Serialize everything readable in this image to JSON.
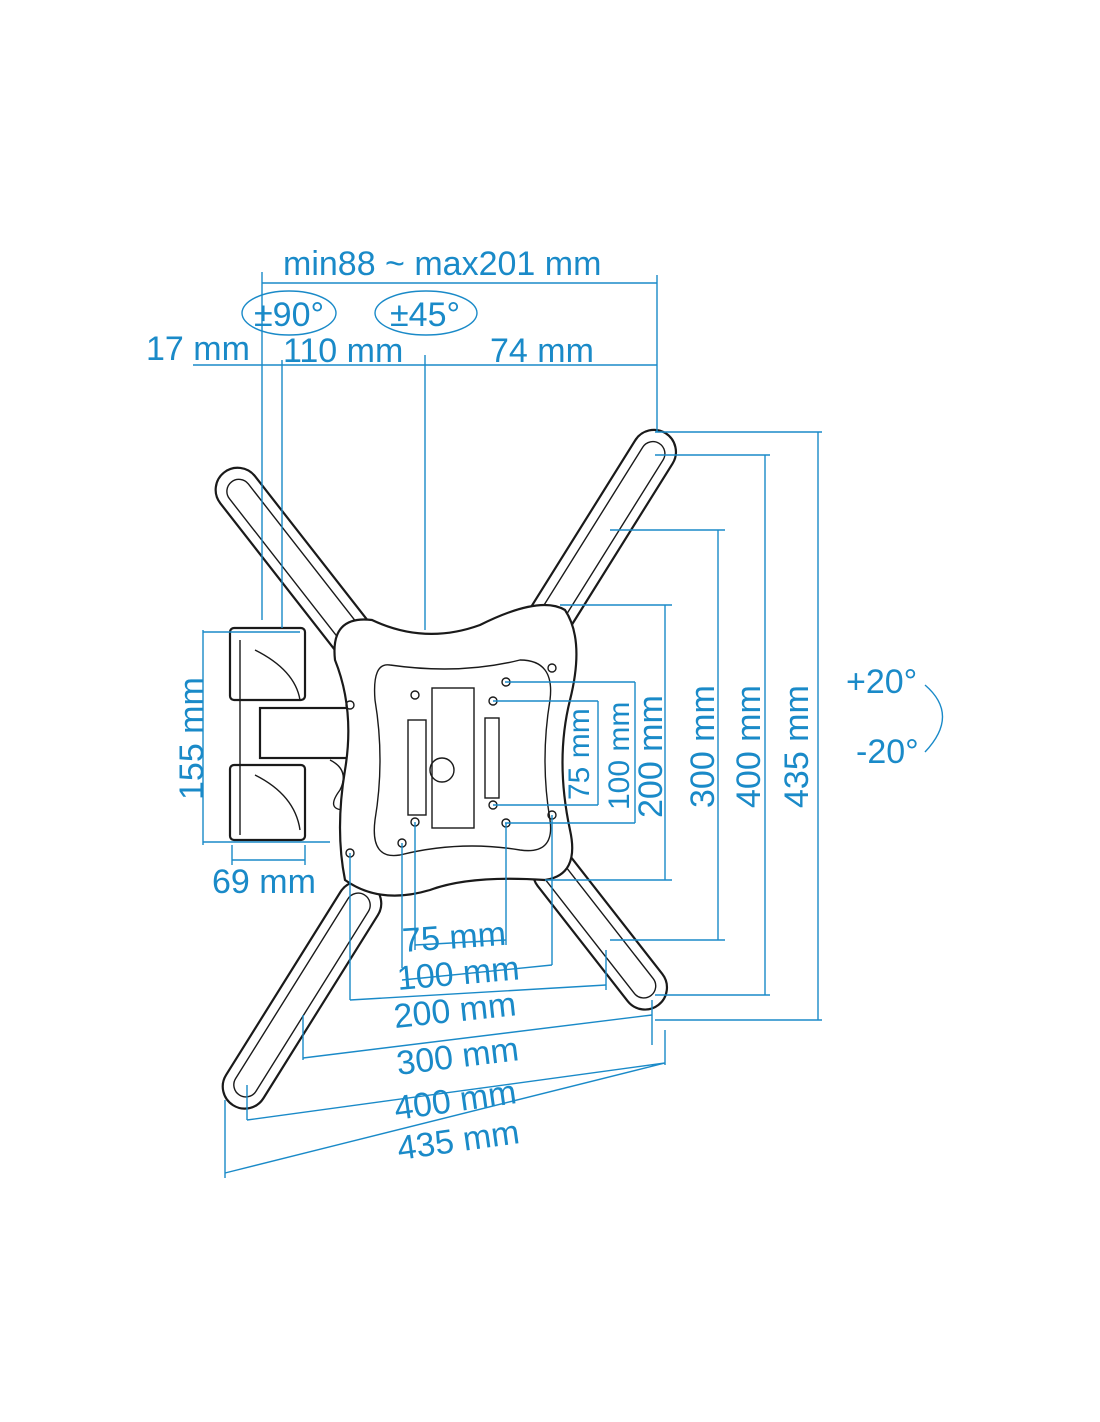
{
  "colors": {
    "dimension": "#1a8ac8",
    "outline": "#1a1a1a"
  },
  "labels": {
    "depth_range": "min88 ~ max201 mm",
    "swivel": "±90°",
    "arm_swivel": "±45°",
    "d17": "17 mm",
    "d110": "110 mm",
    "d74": "74 mm",
    "wall_height": "155 mm",
    "wall_width": "69 mm",
    "tilt_up": "+20°",
    "tilt_down": "-20°",
    "v75": "75 mm",
    "v100": "100 mm",
    "v200": "200 mm",
    "v300": "300 mm",
    "v400": "400 mm",
    "v435": "435 mm",
    "h75": "75 mm",
    "h100": "100 mm",
    "h200": "200 mm",
    "h300": "300 mm",
    "h400": "400 mm",
    "h435": "435 mm"
  }
}
